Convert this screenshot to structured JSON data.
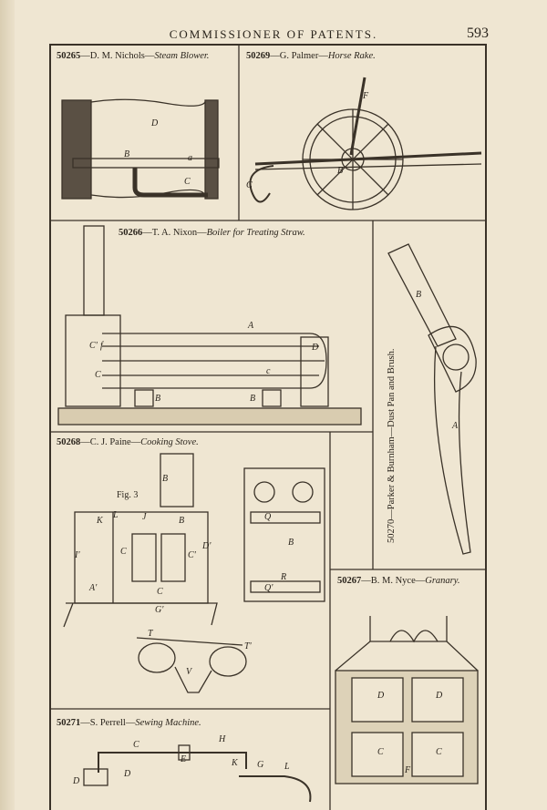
{
  "header": {
    "title": "COMMISSIONER OF PATENTS.",
    "page_number": "593"
  },
  "figures": [
    {
      "id": "f50265",
      "number": "50265",
      "inventor": "D. M. Nichols",
      "title": "Steam Blower.",
      "labels": [
        "D",
        "B",
        "a",
        "C"
      ]
    },
    {
      "id": "f50269",
      "number": "50269",
      "inventor": "G. Palmer",
      "title": "Horse Rake.",
      "labels": [
        "F",
        "B",
        "C"
      ]
    },
    {
      "id": "f50266",
      "number": "50266",
      "inventor": "T. A. Nixon",
      "title": "Boiler for Treating Straw.",
      "labels": [
        "A",
        "C'",
        "f",
        "C",
        "D",
        "c",
        "B",
        "B"
      ]
    },
    {
      "id": "f50270",
      "number": "50270",
      "inventor": "Parker & Burnham",
      "title": "Dust Pan and Brush.",
      "labels": [
        "B",
        "A"
      ]
    },
    {
      "id": "f50268",
      "number": "50268",
      "inventor": "C. J. Paine",
      "title": "Cooking Stove.",
      "labels": [
        "B",
        "Fig. 3",
        "K",
        "L",
        "J",
        "B",
        "I'",
        "C",
        "C'",
        "D'",
        "A'",
        "C",
        "G'",
        "T",
        "T'",
        "V",
        "Q",
        "B",
        "Q'",
        "R"
      ]
    },
    {
      "id": "f50267",
      "number": "50267",
      "inventor": "B. M. Nyce",
      "title": "Granary.",
      "labels": [
        "D",
        "D",
        "C",
        "C",
        "F"
      ]
    },
    {
      "id": "f50271",
      "number": "50271",
      "inventor": "S. Perrell",
      "title": "Sewing Machine.",
      "labels": [
        "C",
        "H",
        "E",
        "D",
        "D",
        "K",
        "G",
        "L"
      ]
    }
  ]
}
